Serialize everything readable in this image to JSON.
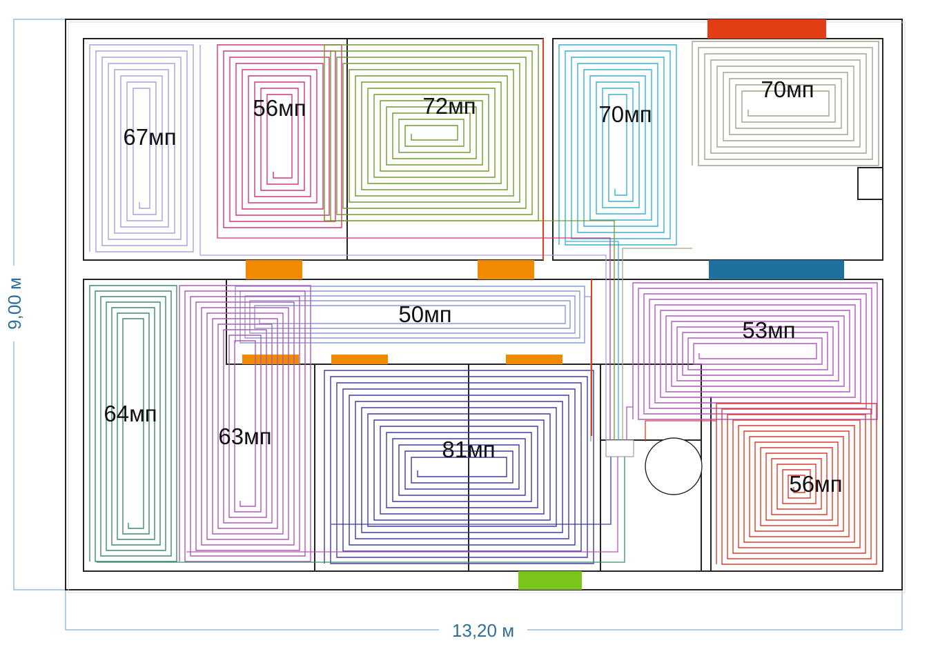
{
  "dimensions": {
    "width": "13,20 м",
    "height": "9,00 м"
  },
  "loops": [
    {
      "id": "loop-67",
      "label": "67мп",
      "color": "#a89fe0"
    },
    {
      "id": "loop-56-top",
      "label": "56мп",
      "color": "#d2337f"
    },
    {
      "id": "loop-72",
      "label": "72мп",
      "color": "#6e9a2b"
    },
    {
      "id": "loop-70-left",
      "label": "70мп",
      "color": "#35b0d7"
    },
    {
      "id": "loop-70-right",
      "label": "70мп",
      "color": "#a6a08a"
    },
    {
      "id": "loop-50",
      "label": "50мп",
      "color": "#8899d6"
    },
    {
      "id": "loop-53",
      "label": "53мп",
      "color": "#b553c4"
    },
    {
      "id": "loop-64",
      "label": "64мп",
      "color": "#3a8a6e"
    },
    {
      "id": "loop-63",
      "label": "63мп",
      "color": "#b556b8"
    },
    {
      "id": "loop-81",
      "label": "81мп",
      "color": "#3d3aa6"
    },
    {
      "id": "loop-56-bottom",
      "label": "56мп",
      "color": "#e0392a"
    }
  ],
  "colors": {
    "wall": "#222222",
    "door": "#f08a00",
    "radiator_top": "#e23d14",
    "radiator_blue": "#1f6f9f",
    "entrance": "#7ac51c",
    "dimension": "#4a87b5"
  }
}
